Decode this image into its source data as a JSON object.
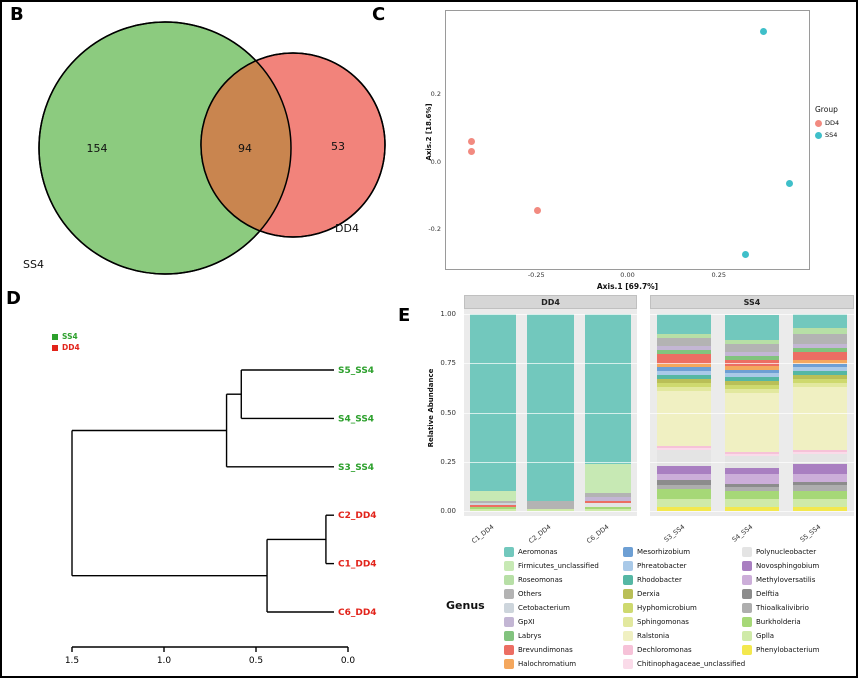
{
  "panels": {
    "b": "B",
    "c": "C",
    "d": "D",
    "e": "E"
  },
  "chart_data": [
    {
      "id": "venn",
      "type": "venn",
      "panel": "B",
      "sets": [
        {
          "name": "SS4",
          "unique_count": 154,
          "color": "#8ccb7f"
        },
        {
          "name": "DD4",
          "unique_count": 53,
          "color": "#f2837b"
        }
      ],
      "overlap_count": 94,
      "overlap_color": "#c9854f"
    },
    {
      "id": "pcoa",
      "type": "scatter",
      "panel": "C",
      "xlabel": "Axis.1   [69.7%]",
      "ylabel": "Axis.2   [18.6%]",
      "xlim": [
        -0.5,
        0.5
      ],
      "ylim": [
        -0.32,
        0.45
      ],
      "x_ticks": [
        "-0.25",
        "0.00",
        "0.25"
      ],
      "x_tick_values": [
        -0.25,
        0,
        0.25
      ],
      "y_ticks": [
        "0.2",
        "0.0",
        "-0.2"
      ],
      "y_tick_values": [
        0.2,
        0,
        -0.2
      ],
      "legend_title": "Group",
      "grid": false,
      "series": [
        {
          "name": "DD4",
          "color": "#f28a80",
          "points": [
            [
              -0.43,
              0.065
            ],
            [
              -0.43,
              0.035
            ],
            [
              -0.25,
              -0.14
            ]
          ]
        },
        {
          "name": "SS4",
          "color": "#3fbfc9",
          "points": [
            [
              0.37,
              0.39
            ],
            [
              0.44,
              -0.06
            ],
            [
              0.32,
              -0.27
            ]
          ]
        }
      ]
    },
    {
      "id": "dendrogram",
      "type": "dendrogram",
      "panel": "D",
      "legend": [
        {
          "name": "SS4",
          "color": "#2ca02c"
        },
        {
          "name": "DD4",
          "color": "#e2231a"
        }
      ],
      "group_colors": {
        "SS4": "#2ca02c",
        "DD4": "#e2231a"
      },
      "axis_ticks": [
        "1.5",
        "1.0",
        "0.5",
        "0.0"
      ],
      "axis_tick_values": [
        1.5,
        1.0,
        0.5,
        0.0
      ],
      "leaf_order": [
        "S5_SS4",
        "S4_SS4",
        "S3_SS4",
        "C2_DD4",
        "C1_DD4",
        "C6_DD4"
      ],
      "tree": {
        "h": 1.5,
        "c": [
          {
            "h": 0.66,
            "c": [
              {
                "h": 0.58,
                "c": [
                  {
                    "leaf": "S5_SS4"
                  },
                  {
                    "leaf": "S4_SS4"
                  }
                ]
              },
              {
                "leaf": "S3_SS4"
              }
            ]
          },
          {
            "h": 0.44,
            "c": [
              {
                "h": 0.12,
                "c": [
                  {
                    "leaf": "C2_DD4"
                  },
                  {
                    "leaf": "C1_DD4"
                  }
                ]
              },
              {
                "leaf": "C6_DD4"
              }
            ]
          }
        ]
      }
    },
    {
      "id": "abundance",
      "type": "bar",
      "stacked": true,
      "panel": "E",
      "ylabel": "Relative Abundance",
      "y_ticks": [
        "1.00",
        "0.75",
        "0.50",
        "0.25",
        "0.00"
      ],
      "y_tick_values": [
        1.0,
        0.75,
        0.5,
        0.25,
        0.0
      ],
      "ylim": [
        0,
        1
      ],
      "legend_title": "Genus",
      "facets": [
        {
          "name": "DD4",
          "samples": [
            "C1_DD4",
            "C2_DD4",
            "C6_DD4"
          ]
        },
        {
          "name": "SS4",
          "samples": [
            "S3_SS4",
            "S4_SS4",
            "S5_SS4"
          ]
        }
      ],
      "sample_order": [
        "C1_DD4",
        "C2_DD4",
        "C6_DD4",
        "S3_SS4",
        "S4_SS4",
        "S5_SS4"
      ],
      "series": [
        {
          "name": "Aeromonas",
          "color": "#72c8bd",
          "values": [
            0.9,
            0.95,
            0.76,
            0.1,
            0.13,
            0.07
          ]
        },
        {
          "name": "Firmicutes_unclassified",
          "color": "#c7e9b4",
          "values": [
            0.05,
            0,
            0.15,
            0,
            0,
            0
          ]
        },
        {
          "name": "Roseomonas",
          "color": "#b7dfa6",
          "values": [
            0,
            0,
            0,
            0.02,
            0.02,
            0.03
          ]
        },
        {
          "name": "Others",
          "color": "#b3b3b3",
          "values": [
            0.01,
            0.04,
            0.02,
            0.04,
            0.04,
            0.05
          ]
        },
        {
          "name": "Cetobacterium",
          "color": "#cdd5dc",
          "values": [
            0.01,
            0,
            0,
            0,
            0,
            0
          ]
        },
        {
          "name": "GpXI",
          "color": "#c3b6d4",
          "values": [
            0,
            0,
            0.02,
            0.02,
            0.02,
            0.02
          ]
        },
        {
          "name": "Labrys",
          "color": "#82c37e",
          "values": [
            0,
            0,
            0,
            0.02,
            0.02,
            0.02
          ]
        },
        {
          "name": "Brevundimonas",
          "color": "#ec6e63",
          "values": [
            0.01,
            0,
            0.01,
            0.05,
            0.03,
            0.04
          ]
        },
        {
          "name": "Halochromatium",
          "color": "#f4a75d",
          "values": [
            0,
            0,
            0,
            0.02,
            0.02,
            0.02
          ]
        },
        {
          "name": "Mesorhizobium",
          "color": "#6d9fd4",
          "values": [
            0,
            0,
            0,
            0.02,
            0.02,
            0.02
          ]
        },
        {
          "name": "Phreatobacter",
          "color": "#a9c9e8",
          "values": [
            0,
            0,
            0,
            0.02,
            0.02,
            0.02
          ]
        },
        {
          "name": "Rhodobacter",
          "color": "#55b7a4",
          "values": [
            0,
            0,
            0,
            0.02,
            0.02,
            0.02
          ]
        },
        {
          "name": "Derxia",
          "color": "#b9bf57",
          "values": [
            0,
            0,
            0,
            0.02,
            0.02,
            0.02
          ]
        },
        {
          "name": "Hyphomicrobium",
          "color": "#ced96e",
          "values": [
            0,
            0,
            0,
            0.02,
            0.02,
            0.02
          ]
        },
        {
          "name": "Sphingomonas",
          "color": "#e2e89e",
          "values": [
            0,
            0,
            0,
            0.02,
            0.02,
            0.02
          ]
        },
        {
          "name": "Ralstonia",
          "color": "#f0f0c2",
          "values": [
            0,
            0,
            0,
            0.28,
            0.3,
            0.32
          ]
        },
        {
          "name": "Dechloromonas",
          "color": "#f6c2d8",
          "values": [
            0,
            0,
            0,
            0.01,
            0.01,
            0.01
          ]
        },
        {
          "name": "Chitinophagaceae_unclassified",
          "color": "#fadbe9",
          "values": [
            0,
            0,
            0,
            0.01,
            0.01,
            0.01
          ]
        },
        {
          "name": "Polynucleobacter",
          "color": "#e4e4e4",
          "values": [
            0,
            0,
            0.02,
            0.08,
            0.06,
            0.05
          ]
        },
        {
          "name": "Novosphingobium",
          "color": "#a97fc1",
          "values": [
            0,
            0,
            0,
            0.04,
            0.03,
            0.05
          ]
        },
        {
          "name": "Methyloversatilis",
          "color": "#ccaed9",
          "values": [
            0,
            0,
            0,
            0.03,
            0.05,
            0.04
          ]
        },
        {
          "name": "Delftia",
          "color": "#8c8c8c",
          "values": [
            0,
            0,
            0,
            0.03,
            0.02,
            0.02
          ]
        },
        {
          "name": "Thioalkalivibrio",
          "color": "#aeaeae",
          "values": [
            0,
            0,
            0,
            0.02,
            0.02,
            0.03
          ]
        },
        {
          "name": "Burkholderia",
          "color": "#a6d877",
          "values": [
            0.01,
            0,
            0.01,
            0.05,
            0.04,
            0.04
          ]
        },
        {
          "name": "Gplla",
          "color": "#cfeaa8",
          "values": [
            0.01,
            0.01,
            0.01,
            0.04,
            0.04,
            0.04
          ]
        },
        {
          "name": "Phenylobacterium",
          "color": "#f3e84e",
          "values": [
            0,
            0,
            0,
            0.02,
            0.02,
            0.02
          ]
        }
      ]
    }
  ]
}
